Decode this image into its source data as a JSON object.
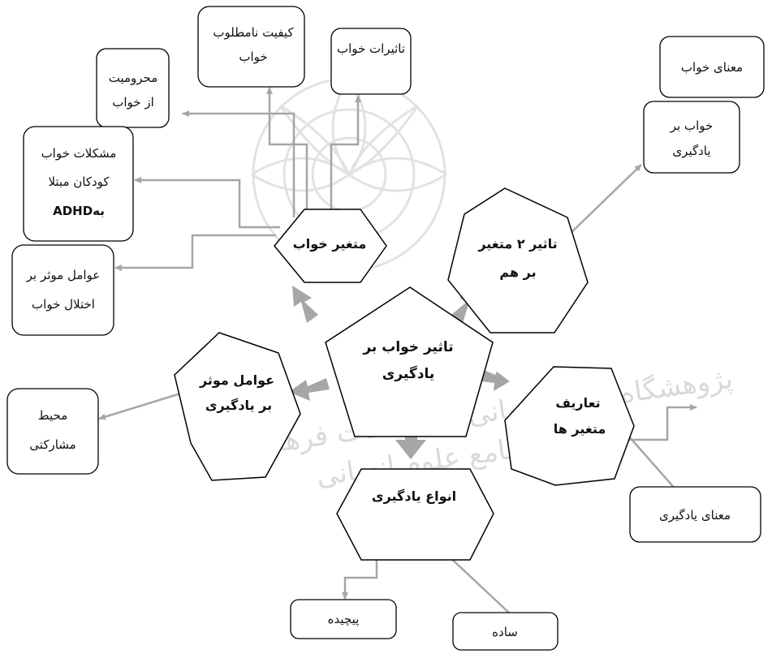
{
  "center": {
    "lines": [
      "تاثیر خواب بر",
      "یادگیری"
    ]
  },
  "hubs": {
    "sleep_variable": {
      "lines": [
        "متغیر خواب"
      ]
    },
    "mutual_effect": {
      "lines": [
        "تاثیر ۲ متغیر",
        "بر هم"
      ]
    },
    "learning_factors": {
      "lines": [
        "عوامل موثر",
        "بر یادگیری"
      ]
    },
    "definitions": {
      "lines": [
        "تعاریف",
        "متغیر ها"
      ]
    },
    "learning_types": {
      "lines": [
        "انواع یادگیری"
      ]
    }
  },
  "boxes": {
    "poor_sleep_quality": {
      "lines": [
        "کیفیت نامطلوب",
        "خواب"
      ]
    },
    "sleep_effects": {
      "lines": [
        "تاثیرات خواب"
      ]
    },
    "sleep_deprivation": {
      "lines": [
        "محرومیت",
        "از خواب"
      ]
    },
    "adhd_sleep_problems": {
      "lines": [
        "مشکلات خواب",
        "کودکان مبتلا",
        "بهADHD"
      ]
    },
    "sleep_disorder_factors": {
      "lines": [
        "عوامل موثر بر",
        "اختلال خواب"
      ]
    },
    "meaning_of_sleep": {
      "lines": [
        "معنای خواب"
      ]
    },
    "sleep_on_learning": {
      "lines": [
        "خواب بر",
        "یادگیری"
      ]
    },
    "participative_environment": {
      "lines": [
        "محیط",
        "مشارکتی"
      ]
    },
    "meaning_of_learning": {
      "lines": [
        "معنای یادگیری"
      ]
    },
    "complex": {
      "lines": [
        "پیچیده"
      ]
    },
    "simple": {
      "lines": [
        "ساده"
      ]
    }
  },
  "watermark": {
    "line1": "پژوهشگاه علوم انسانی و مطالعات فرهنگی",
    "line2": "پرتال جامع علوم انسانی"
  },
  "colors": {
    "arrow": "#a6a6a6",
    "outline": "#000000",
    "watermark": "#d9d9d9"
  }
}
